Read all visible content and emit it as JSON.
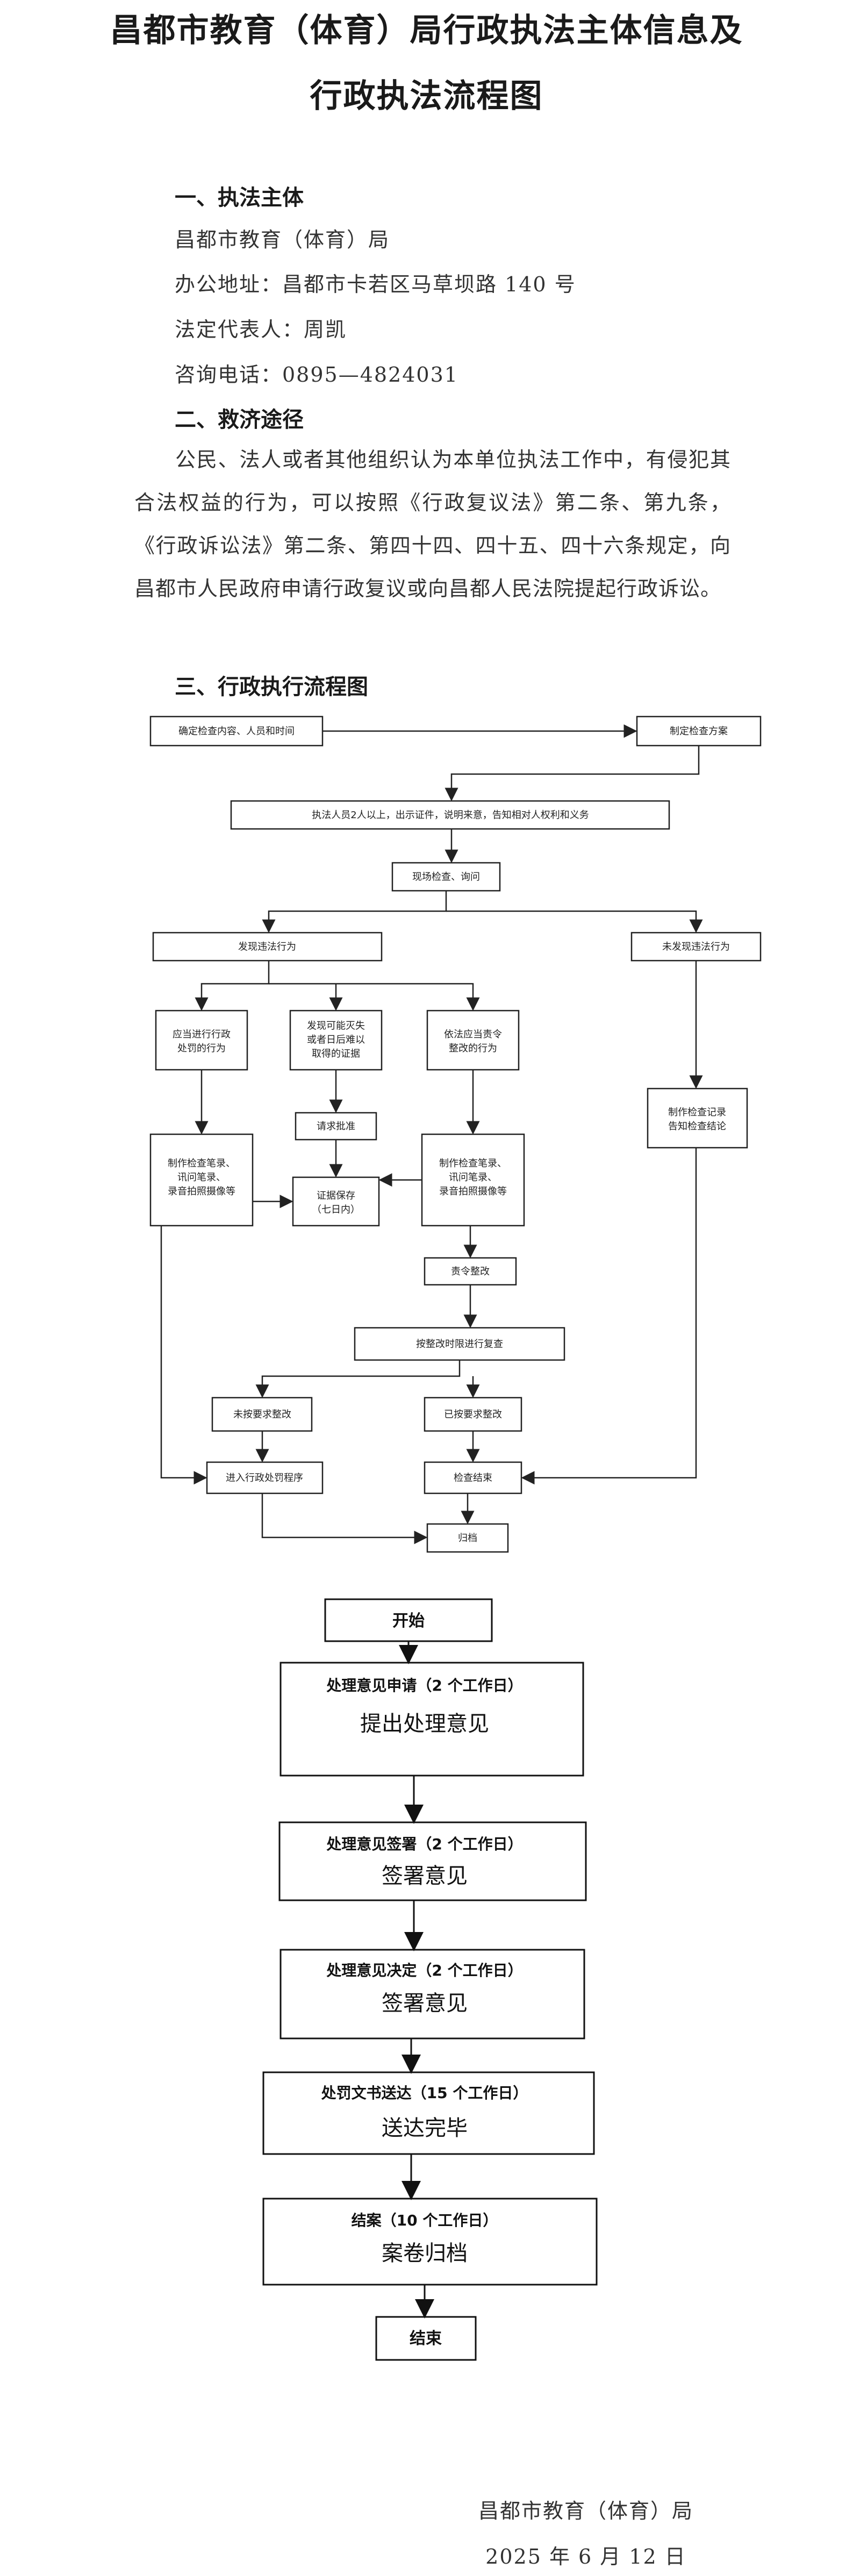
{
  "title": {
    "line1": "昌都市教育（体育）局行政执法主体信息及",
    "line2": "行政执法流程图"
  },
  "section1": {
    "heading": "一、执法主体",
    "agency": "昌都市教育（体育）局",
    "address": "办公地址：昌都市卡若区马草坝路 140 号",
    "representative": "法定代表人：周凯",
    "phone": "咨询电话：0895—4824031"
  },
  "section2": {
    "heading": "二、救济途径",
    "paragraph": "公民、法人或者其他组织认为本单位执法工作中，有侵犯其合法权益的行为，可以按照《行政复议法》第二条、第九条，《行政诉讼法》第二条、第四十四、四十五、四十六条规定，向昌都市人民政府申请行政复议或向昌都人民法院提起行政诉讼。"
  },
  "section3": {
    "heading": "三、行政执行流程图"
  },
  "flowchart1": {
    "determine": "确定检查内容、人员和时间",
    "plan": "制定检查方案",
    "show_id": "执法人员2人以上，出示证件，说明来意，告知相对人权利和义务",
    "inspect": "现场检查、询问",
    "found": "发现违法行为",
    "not_found": "未发现违法行为",
    "penalty_line1": "应当进行行政",
    "penalty_line2": "处罚的行为",
    "evidence_line1": "发现可能灭失",
    "evidence_line2": "或者日后难以",
    "evidence_line3": "取得的证据",
    "order_line1": "依法应当责令",
    "order_line2": "整改的行为",
    "record_line1": "制作检查记录",
    "record_line2": "告知检查结论",
    "approve": "请求批准",
    "notes_left_line1": "制作检查笔录、",
    "notes_left_line2": "讯问笔录、",
    "notes_left_line3": "录音拍照摄像等",
    "preserve_line1": "证据保存",
    "preserve_line2": "（七日内）",
    "notes_right_line1": "制作检查笔录、",
    "notes_right_line2": "讯问笔录、",
    "notes_right_line3": "录音拍照摄像等",
    "rectify": "责令整改",
    "review": "按整改时限进行复查",
    "not_rectified": "未按要求整改",
    "rectified": "已按要求整改",
    "procedure": "进入行政处罚程序",
    "end_check": "检查结束",
    "archive": "归档"
  },
  "flowchart2": {
    "start": "开始",
    "step1_title": "处理意见申请（2 个工作日）",
    "step1_body": "提出处理意见",
    "step2_title": "处理意见签署（2 个工作日）",
    "step2_body": "签署意见",
    "step3_title": "处理意见决定（2 个工作日）",
    "step3_body": "签署意见",
    "step4_title": "处罚文书送达（15 个工作日）",
    "step4_body": "送达完毕",
    "step5_title": "结案（10 个工作日）",
    "step5_body": "案卷归档",
    "end": "结束"
  },
  "signature": {
    "agency": "昌都市教育（体育）局",
    "date": "2025 年 6 月 12 日"
  }
}
